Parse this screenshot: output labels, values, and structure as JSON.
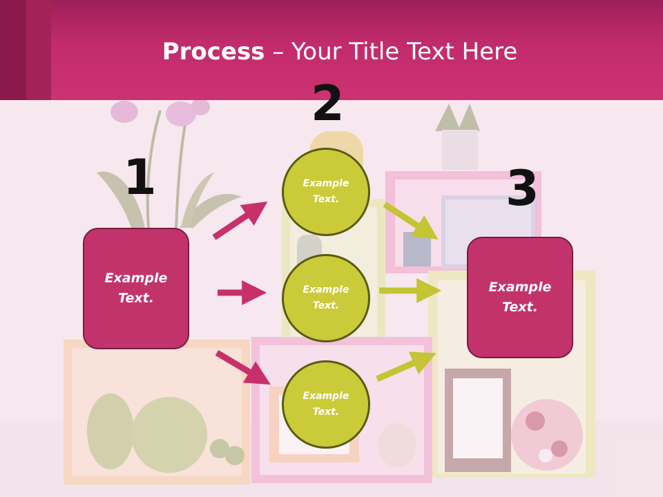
{
  "slide": {
    "title_bold": "Process",
    "title_rest": " – Your Title Text Here",
    "numbers": [
      "1",
      "2",
      "3"
    ],
    "left_box": "Example Text.",
    "right_box": "Example Text.",
    "circles": [
      "Example Text.",
      "Example Text.",
      "Example Text."
    ]
  },
  "colors": {
    "header": "#c22c6c",
    "box_fill": "#c2336c",
    "circle_fill": "#cbcb3a",
    "arrow_pink": "#c8306c",
    "arrow_olive": "#c4c434"
  }
}
